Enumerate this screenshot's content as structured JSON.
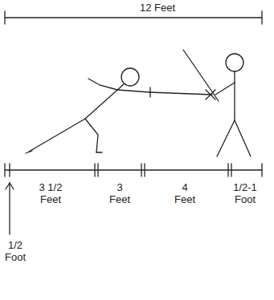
{
  "diagram": {
    "labels": [
      "12 Feet",
      "3 1/2 Feet",
      "3 Feet",
      "4 Feet",
      "1/2-1 Foot",
      "1/2 Foot"
    ]
  }
}
